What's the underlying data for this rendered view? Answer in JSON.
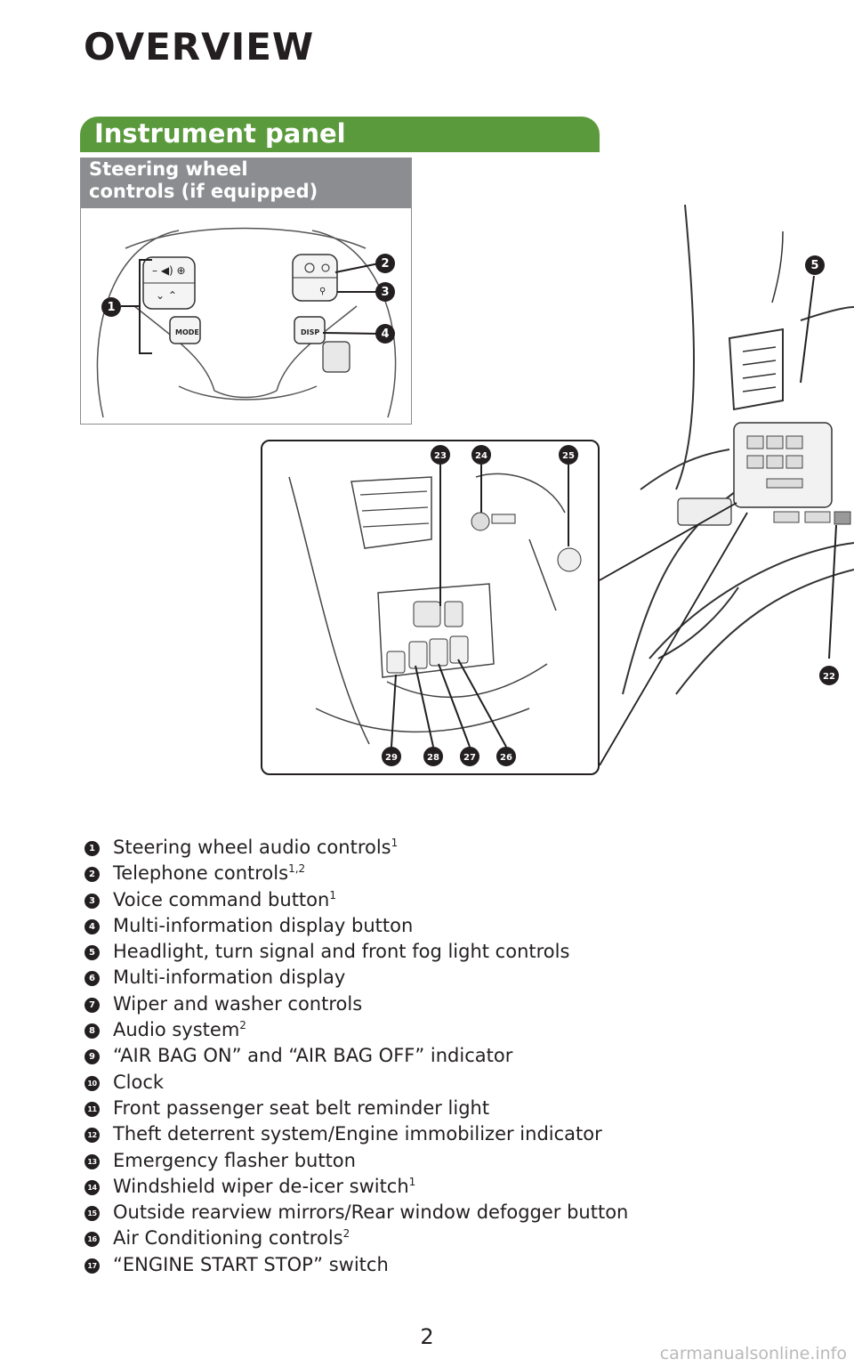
{
  "page": {
    "title": "OVERVIEW",
    "section": "Instrument panel",
    "subsection_line1": "Steering wheel",
    "subsection_line2": "controls (if equipped)",
    "page_number": "2",
    "watermark": "carmanualsonline.info"
  },
  "illustration": {
    "button_labels": {
      "mode": "MODE",
      "disp": "DISP"
    },
    "callouts": [
      "1",
      "2",
      "3",
      "4",
      "5",
      "22",
      "23",
      "24",
      "25",
      "26",
      "27",
      "28",
      "29"
    ]
  },
  "legend": [
    {
      "num": "1",
      "text": "Steering wheel audio controls",
      "sup": "1"
    },
    {
      "num": "2",
      "text": "Telephone controls",
      "sup": "1,2"
    },
    {
      "num": "3",
      "text": "Voice command button",
      "sup": "1"
    },
    {
      "num": "4",
      "text": "Multi-information display button",
      "sup": ""
    },
    {
      "num": "5",
      "text": "Headlight, turn signal and front fog light controls",
      "sup": ""
    },
    {
      "num": "6",
      "text": "Multi-information display",
      "sup": ""
    },
    {
      "num": "7",
      "text": "Wiper and washer controls",
      "sup": ""
    },
    {
      "num": "8",
      "text": "Audio system",
      "sup": "2"
    },
    {
      "num": "9",
      "text": "“AIR BAG ON” and “AIR BAG OFF” indicator",
      "sup": ""
    },
    {
      "num": "10",
      "text": "Clock",
      "sup": ""
    },
    {
      "num": "11",
      "text": "Front passenger seat belt reminder light",
      "sup": ""
    },
    {
      "num": "12",
      "text": "Theft deterrent system/Engine immobilizer indicator",
      "sup": ""
    },
    {
      "num": "13",
      "text": "Emergency flasher button",
      "sup": ""
    },
    {
      "num": "14",
      "text": "Windshield wiper de-icer switch",
      "sup": "1"
    },
    {
      "num": "15",
      "text": "Outside rearview mirrors/Rear window defogger button",
      "sup": ""
    },
    {
      "num": "16",
      "text": "Air Conditioning controls",
      "sup": "2"
    },
    {
      "num": "17",
      "text": "“ENGINE START STOP” switch",
      "sup": ""
    }
  ]
}
